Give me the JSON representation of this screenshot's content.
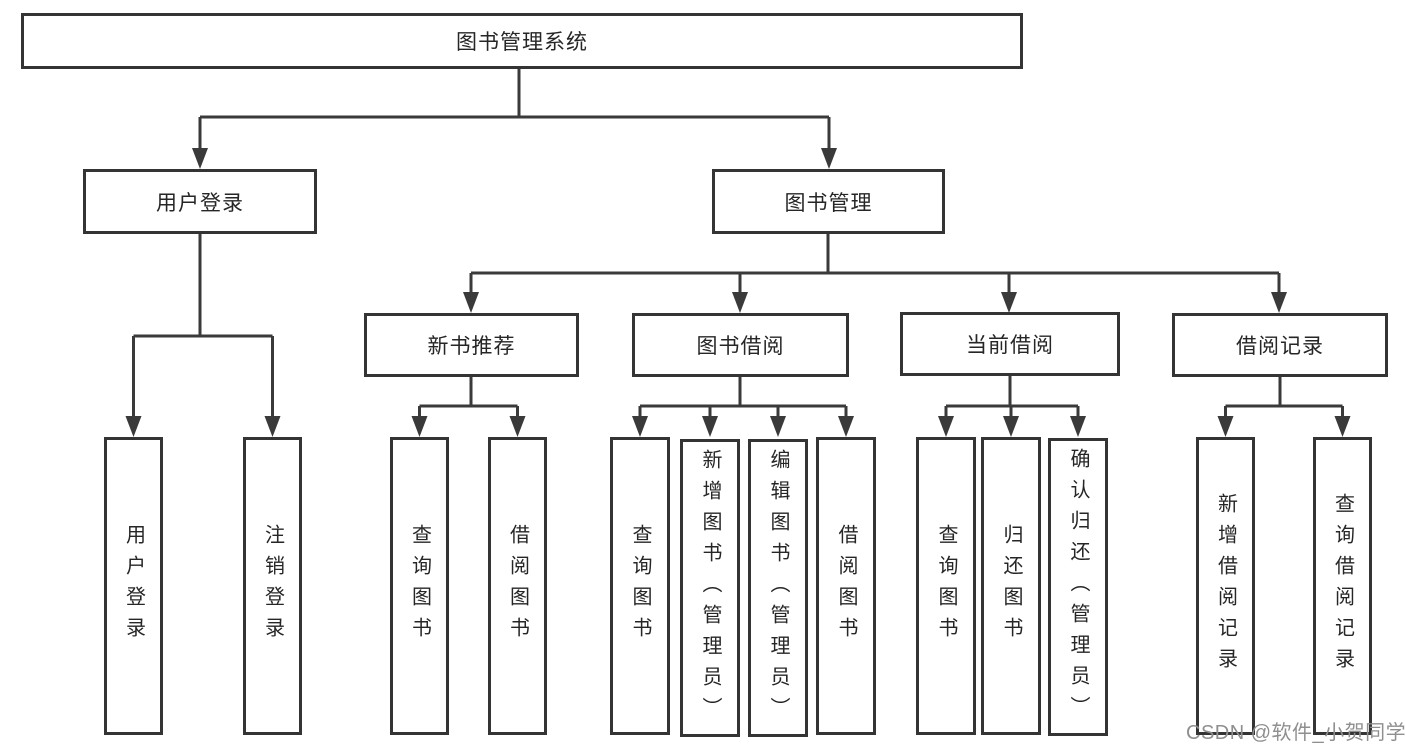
{
  "colors": {
    "line": "#3a3a3a",
    "box_border": "#343434",
    "text": "#262626",
    "box_fill": "#ffffff",
    "watermark": "#8f8f8f"
  },
  "watermark": "CSDN @软件_小贺同学",
  "tree": {
    "root": "图书管理系统",
    "branches": [
      {
        "label": "用户登录",
        "leaves": [
          "用户登录",
          "注销登录"
        ]
      },
      {
        "label": "图书管理",
        "groups": [
          {
            "label": "新书推荐",
            "leaves": [
              "查询图书",
              "借阅图书"
            ]
          },
          {
            "label": "图书借阅",
            "leaves": [
              "查询图书",
              "新增图书（管理员）",
              "编辑图书（管理员）",
              "借阅图书"
            ]
          },
          {
            "label": "当前借阅",
            "leaves": [
              "查询图书",
              "归还图书",
              "确认归还（管理员）"
            ]
          },
          {
            "label": "借阅记录",
            "leaves": [
              "新增借阅记录",
              "查询借阅记录"
            ]
          }
        ]
      }
    ]
  }
}
